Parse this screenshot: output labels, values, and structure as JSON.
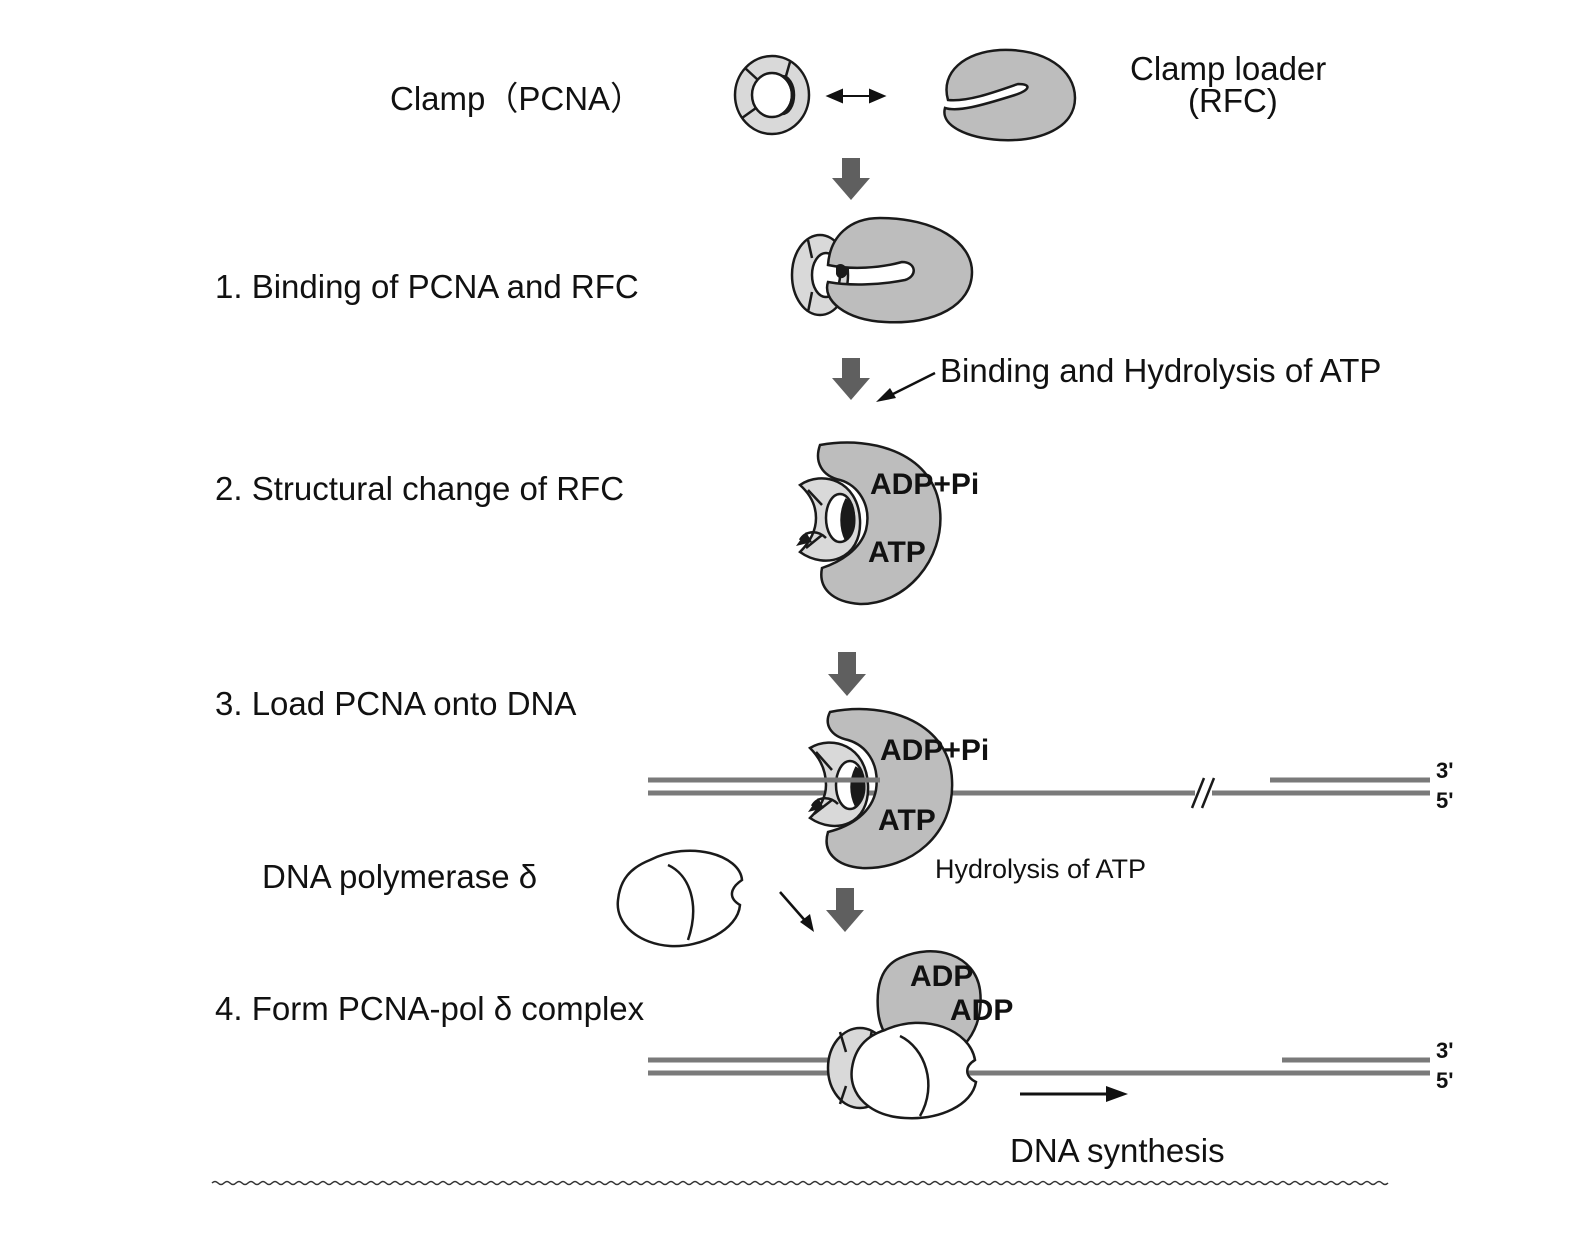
{
  "labels": {
    "clamp": "Clamp（PCNA）",
    "clamp_loader_line1": "Clamp loader",
    "clamp_loader_line2": "(RFC)",
    "step1": "1. Binding of PCNA and RFC",
    "atp_binding": "Binding and Hydrolysis of ATP",
    "step2": "2. Structural change of RFC",
    "step3": "3. Load PCNA onto  DNA",
    "pol_delta": "DNA polymerase δ",
    "hydrolysis": "Hydrolysis of ATP",
    "step4": "4. Form PCNA-pol δ complex",
    "synthesis": "DNA synthesis"
  },
  "molecules": {
    "adp_pi": "ADP+Pi",
    "atp": "ATP",
    "adp": "ADP"
  },
  "strand_ends": {
    "three_prime": "3'",
    "five_prime": "5'"
  },
  "colors": {
    "rfc_fill": "#bdbdbd",
    "pcna_fill": "#d9d9d9",
    "arrow_fill": "#5f5f5f",
    "dna_strand": "#7a7a7a",
    "outline": "#1a1a1a"
  }
}
